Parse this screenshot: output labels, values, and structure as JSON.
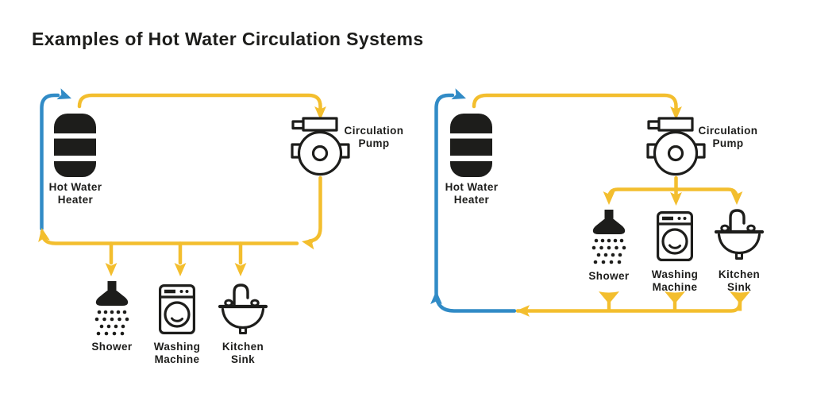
{
  "title": "Examples of Hot Water Circulation Systems",
  "colors": {
    "hot_supply_line": "#F3BE2E",
    "cold_return_line": "#318BC6",
    "ink": "#1D1D1B"
  },
  "diagrams": {
    "left": {
      "heater": {
        "label_line1": "Hot Water",
        "label_line2": "Heater"
      },
      "pump": {
        "label_line1": "Circulation",
        "label_line2": "Pump"
      },
      "fixtures": [
        {
          "label": "Shower"
        },
        {
          "label_line1": "Washing",
          "label_line2": "Machine"
        },
        {
          "label_line1": "Kitchen",
          "label_line2": "Sink"
        }
      ]
    },
    "right": {
      "heater": {
        "label_line1": "Hot Water",
        "label_line2": "Heater"
      },
      "pump": {
        "label_line1": "Circulation",
        "label_line2": "Pump"
      },
      "fixtures": [
        {
          "label": "Shower"
        },
        {
          "label_line1": "Washing",
          "label_line2": "Machine"
        },
        {
          "label_line1": "Kitchen",
          "label_line2": "Sink"
        }
      ]
    }
  }
}
